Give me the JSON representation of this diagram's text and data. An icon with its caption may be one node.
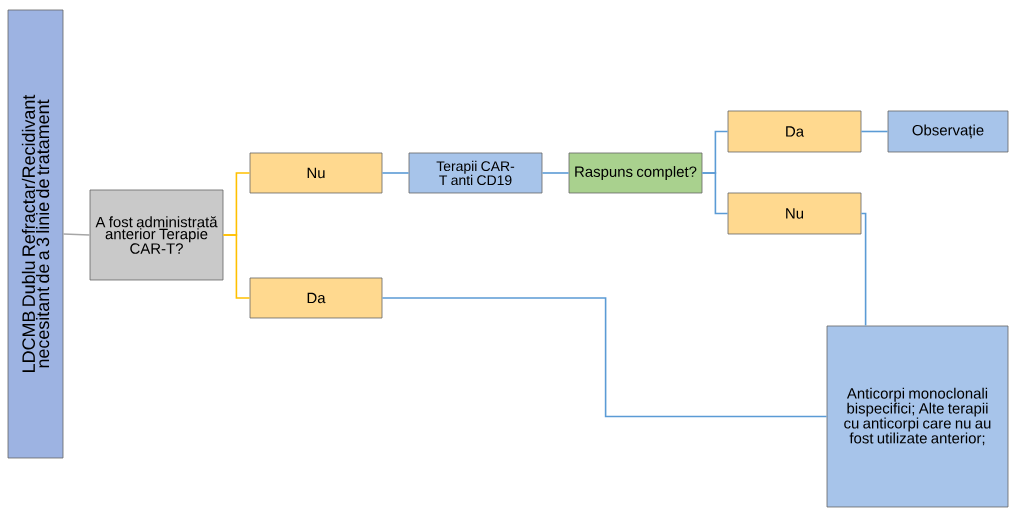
{
  "diagram": {
    "nodes": [
      {
        "text": [
          "LDCMB Dublu Refractar/Recidivant necesitant de a 3 linie de tratament"
        ]
      },
      {
        "text": [
          "A fost administrată anterior Terapie CAR-T?"
        ]
      },
      {
        "text": [
          "Nu"
        ]
      },
      {
        "text": [
          "Da"
        ]
      },
      {
        "text": [
          "Terapii CAR-T anti CD19"
        ]
      },
      {
        "text": [
          "Raspuns complet?"
        ]
      },
      {
        "text": [
          "Da"
        ]
      },
      {
        "text": [
          "Observație"
        ]
      },
      {
        "text": [
          "Nu"
        ]
      },
      {
        "text": [
          "Anticorpi monoclonali bispecifici; Alte terapii cu anticorpi care nu au fost utilizate anterior;"
        ]
      }
    ],
    "edges": [
      {
        "from": 0,
        "to": 1,
        "arrow": "none",
        "color": "#a6a6a6"
      },
      {
        "from": 1,
        "to": 2,
        "arrow": "none",
        "color": "#ffc000"
      },
      {
        "from": 1,
        "to": 3,
        "arrow": "none",
        "color": "#ffc000"
      },
      {
        "from": 2,
        "to": 4,
        "arrow": "none"
      },
      {
        "from": 4,
        "to": 5,
        "arrow": "none"
      },
      {
        "from": 5,
        "to": 6,
        "arrow": "none"
      },
      {
        "from": 5,
        "to": 8,
        "arrow": "none"
      },
      {
        "from": 6,
        "to": 7,
        "arrow": "none"
      },
      {
        "from": 8,
        "to": 9,
        "arrow": "none"
      },
      {
        "from": 3,
        "to": 9,
        "arrow": "none"
      }
    ]
  }
}
